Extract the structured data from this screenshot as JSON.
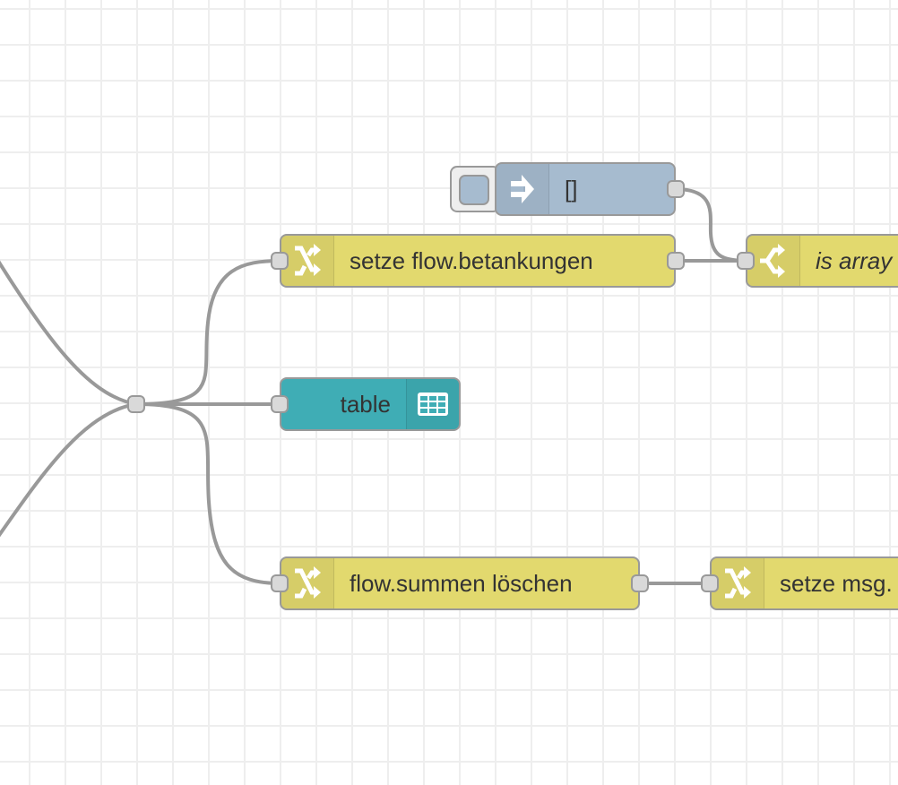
{
  "canvas": {
    "grid_color": "#eeeeee",
    "background": "#ffffff",
    "wire_color": "#999999"
  },
  "nodes": {
    "inject": {
      "type": "inject",
      "label": "[]",
      "icon": "arrow-right-icon",
      "color": "#a6bbcf"
    },
    "setze_flow_betankungen": {
      "type": "change",
      "label": "setze flow.betankungen",
      "icon": "shuffle-icon",
      "color": "#e2d96e"
    },
    "is_array": {
      "type": "switch",
      "label": "is array",
      "icon": "switch-icon",
      "color": "#e2d96e"
    },
    "table": {
      "type": "ui_table",
      "label": "table",
      "icon": "table-icon",
      "color": "#3fadb5"
    },
    "flow_summen_loeschen": {
      "type": "change",
      "label": "flow.summen löschen",
      "icon": "shuffle-icon",
      "color": "#e2d96e"
    },
    "setze_msg": {
      "type": "change",
      "label": "setze msg.",
      "icon": "shuffle-icon",
      "color": "#e2d96e"
    }
  },
  "wires": [
    {
      "from": "offscreen-top-left",
      "to": "junction"
    },
    {
      "from": "offscreen-bottom-left",
      "to": "junction"
    },
    {
      "from": "junction",
      "to": "setze_flow_betankungen"
    },
    {
      "from": "junction",
      "to": "table"
    },
    {
      "from": "junction",
      "to": "flow_summen_loeschen"
    },
    {
      "from": "inject",
      "to": "is_array"
    },
    {
      "from": "setze_flow_betankungen",
      "to": "is_array"
    },
    {
      "from": "flow_summen_loeschen",
      "to": "setze_msg"
    }
  ]
}
